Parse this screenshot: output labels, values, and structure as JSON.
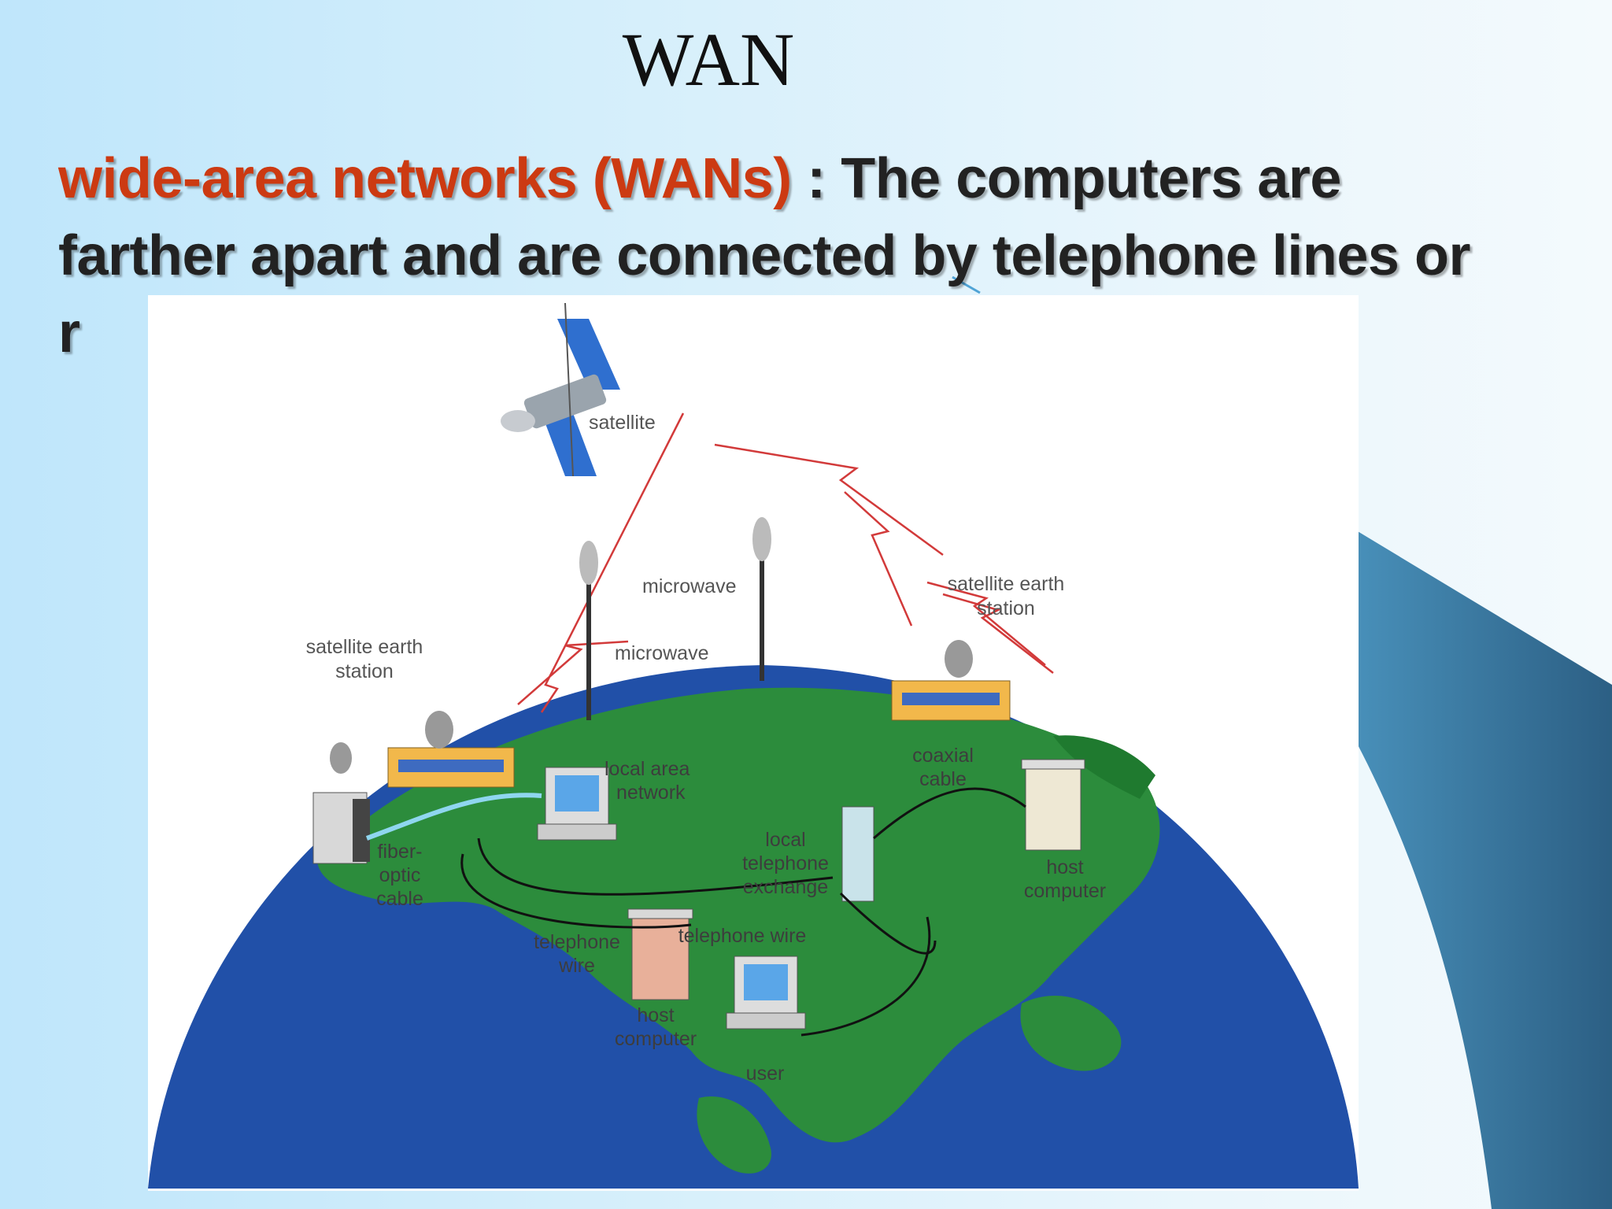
{
  "slide": {
    "title": "WAN",
    "term": "wide-area networks (WANs)",
    "separator": " : ",
    "description": "The computers are farther apart and are connected by telephone lines or r"
  },
  "diagram": {
    "labels": {
      "satellite": "satellite",
      "microwave_top": "microwave",
      "microwave_left": "microwave",
      "earth_station_left": [
        "satellite earth",
        "station"
      ],
      "earth_station_right": [
        "satellite earth",
        "station"
      ],
      "lan": [
        "local area",
        "network"
      ],
      "coaxial": [
        "coaxial",
        "cable"
      ],
      "fiber": [
        "fiber-",
        "optic",
        "cable"
      ],
      "exchange": [
        "local",
        "telephone",
        "exchange"
      ],
      "host_right": [
        "host",
        "computer"
      ],
      "telephone_wire_left": [
        "telephone",
        "wire"
      ],
      "telephone_wire_right": "telephone wire",
      "host_bottom": [
        "host",
        "computer"
      ],
      "user": "user"
    }
  },
  "colors": {
    "term": "#cc3a12",
    "ocean": "#2150a8",
    "land": "#2c8c3c",
    "signal": "#d23a3a",
    "deco_wave": "#2d6f98"
  }
}
